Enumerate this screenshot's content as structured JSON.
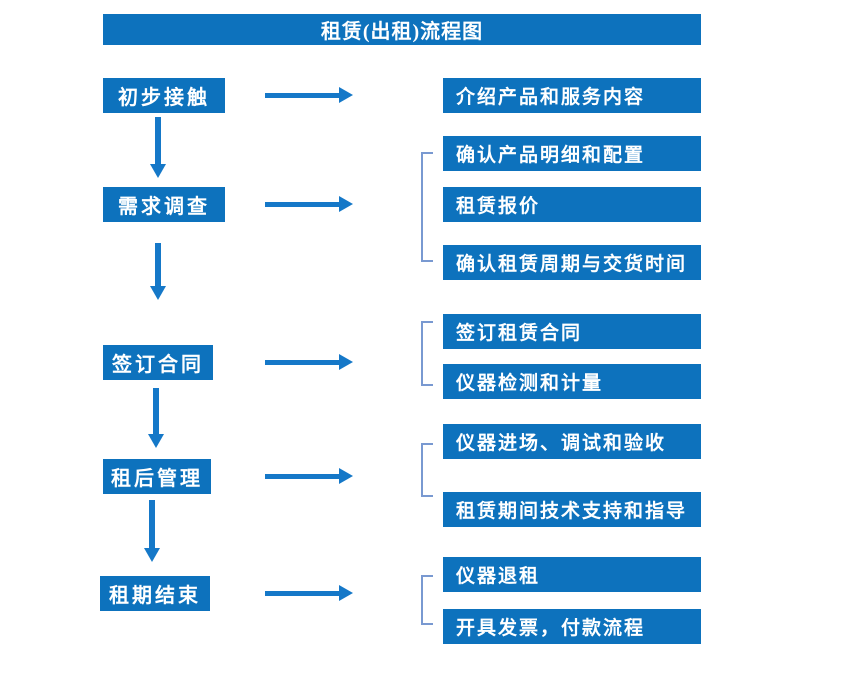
{
  "title": "租赁(出租)流程图",
  "colors": {
    "box": "#0D72BD",
    "arrow": "#1578C8",
    "bracket": "#7999D1"
  },
  "stages": [
    {
      "label": "初步接触",
      "details": [
        "介绍产品和服务内容"
      ]
    },
    {
      "label": "需求调查",
      "details": [
        "确认产品明细和配置",
        "租赁报价",
        "确认租赁周期与交货时间"
      ]
    },
    {
      "label": "签订合同",
      "details": [
        "签订租赁合同",
        "仪器检测和计量"
      ]
    },
    {
      "label": "租后管理",
      "details": [
        "仪器进场、调试和验收",
        "租赁期间技术支持和指导"
      ]
    },
    {
      "label": "租期结束",
      "details": [
        "仪器退租",
        "开具发票，付款流程"
      ]
    }
  ]
}
